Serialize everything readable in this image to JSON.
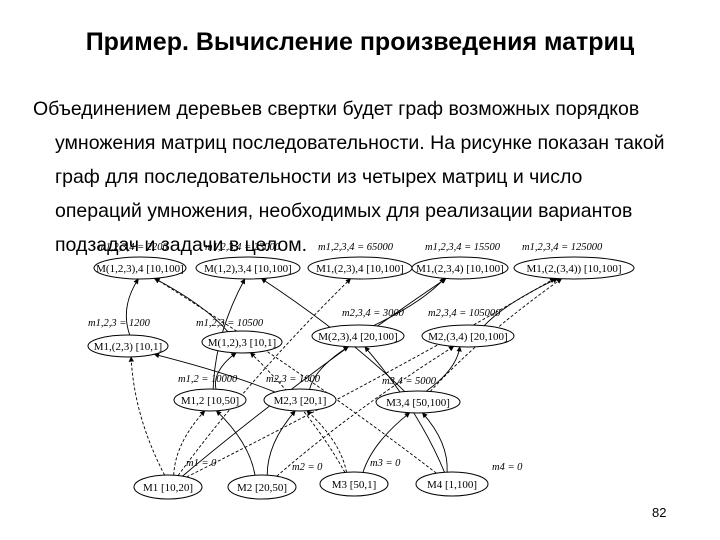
{
  "slide": {
    "title": "Пример. Вычисление произведения матриц",
    "paragraph_lines": [
      "Объединением деревьев свертки будет граф возможных порядков",
      "умножения матриц последовательности. На рисунке показан такой",
      "граф для последовательности из четырех матриц и число",
      "операций умножения, необходимых для реализации вариантов",
      "подзадач и задачи в целом."
    ],
    "page_number": "82"
  },
  "graph": {
    "nodes": [
      {
        "id": "r1",
        "label": "M(1,2,3),4",
        "dims": "[10,100]",
        "cost": "m1,2,3,4 = 2200"
      },
      {
        "id": "r2",
        "label": "M(1,2),3,4",
        "dims": "[10,100]",
        "cost": "m1,2,3,4 = 23000"
      },
      {
        "id": "r3",
        "label": "M1,(2,3),4",
        "dims": "[10,100]",
        "cost": "m1,2,3,4 = 65000"
      },
      {
        "id": "r4",
        "label": "M1,(2,3,4)",
        "dims": "[10,100]",
        "cost": "m1,2,3,4 = 15500"
      },
      {
        "id": "r5",
        "label": "M1,(2,(3,4))",
        "dims": "[10,100]",
        "cost": "m1,2,3,4 = 125000"
      },
      {
        "id": "t1",
        "label": "M1,(2,3)",
        "dims": "[10,1]",
        "cost": "m1,2,3 = 1200"
      },
      {
        "id": "t2",
        "label": "M(1,2),3",
        "dims": "[10,1]",
        "cost": "m1,2,3 = 10500"
      },
      {
        "id": "t3",
        "label": "M(2,3),4",
        "dims": "[20,100]",
        "cost": "m2,3,4 = 3000"
      },
      {
        "id": "t4",
        "label": "M2,(3,4)",
        "dims": "[20,100]",
        "cost": "m2,3,4 = 105000"
      },
      {
        "id": "p1",
        "label": "M1,2",
        "dims": "[10,50]",
        "cost": "m1,2 = 10000"
      },
      {
        "id": "p2",
        "label": "M2,3",
        "dims": "[20,1]",
        "cost": "m2,3 = 1000"
      },
      {
        "id": "p3",
        "label": "M3,4",
        "dims": "[50,100]",
        "cost": "m3,4 = 5000"
      },
      {
        "id": "b1",
        "label": "M1",
        "dims": "[10,20]",
        "cost": "m1 = 0"
      },
      {
        "id": "b2",
        "label": "M2",
        "dims": "[20,50]",
        "cost": "m2 = 0"
      },
      {
        "id": "b3",
        "label": "M3",
        "dims": "[50,1]",
        "cost": "m3 = 0"
      },
      {
        "id": "b4",
        "label": "M4",
        "dims": "[1,100]",
        "cost": "m4 = 0"
      }
    ],
    "edges": [
      [
        "b1",
        "p1"
      ],
      [
        "b2",
        "p1"
      ],
      [
        "b2",
        "p2"
      ],
      [
        "b3",
        "p2"
      ],
      [
        "b3",
        "p3"
      ],
      [
        "b4",
        "p3"
      ],
      [
        "b1",
        "t1"
      ],
      [
        "p2",
        "t1"
      ],
      [
        "p1",
        "t2"
      ],
      [
        "b3",
        "t2"
      ],
      [
        "p2",
        "t3"
      ],
      [
        "b4",
        "t3"
      ],
      [
        "b2",
        "t4"
      ],
      [
        "p3",
        "t4"
      ],
      [
        "t1",
        "r1"
      ],
      [
        "b4",
        "r1"
      ],
      [
        "p1",
        "r2"
      ],
      [
        "p3",
        "r2"
      ],
      [
        "b1",
        "r3"
      ],
      [
        "t3",
        "r4"
      ],
      [
        "b1",
        "r4"
      ],
      [
        "b1",
        "r5"
      ],
      [
        "t4",
        "r5"
      ],
      [
        "t2",
        "r1"
      ],
      [
        "p3",
        "r5"
      ]
    ]
  }
}
